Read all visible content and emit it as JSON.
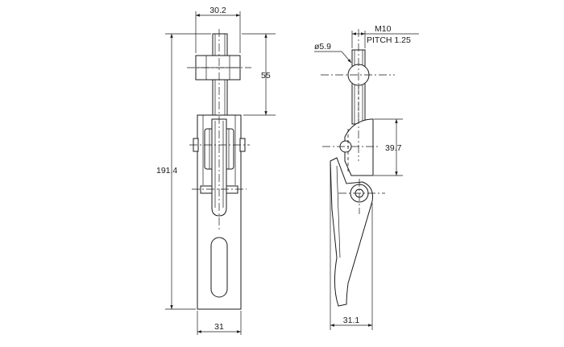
{
  "drawing": {
    "dimensions": {
      "front_width_top": "30.2",
      "front_height_55": "55",
      "front_overall_height": "191.4",
      "front_width_bottom": "31",
      "side_thread": "M10",
      "side_pitch": "PITCH 1.25",
      "side_diameter": "ø5.9",
      "side_height_39": "39.7",
      "side_width_bottom": "31.1"
    }
  }
}
